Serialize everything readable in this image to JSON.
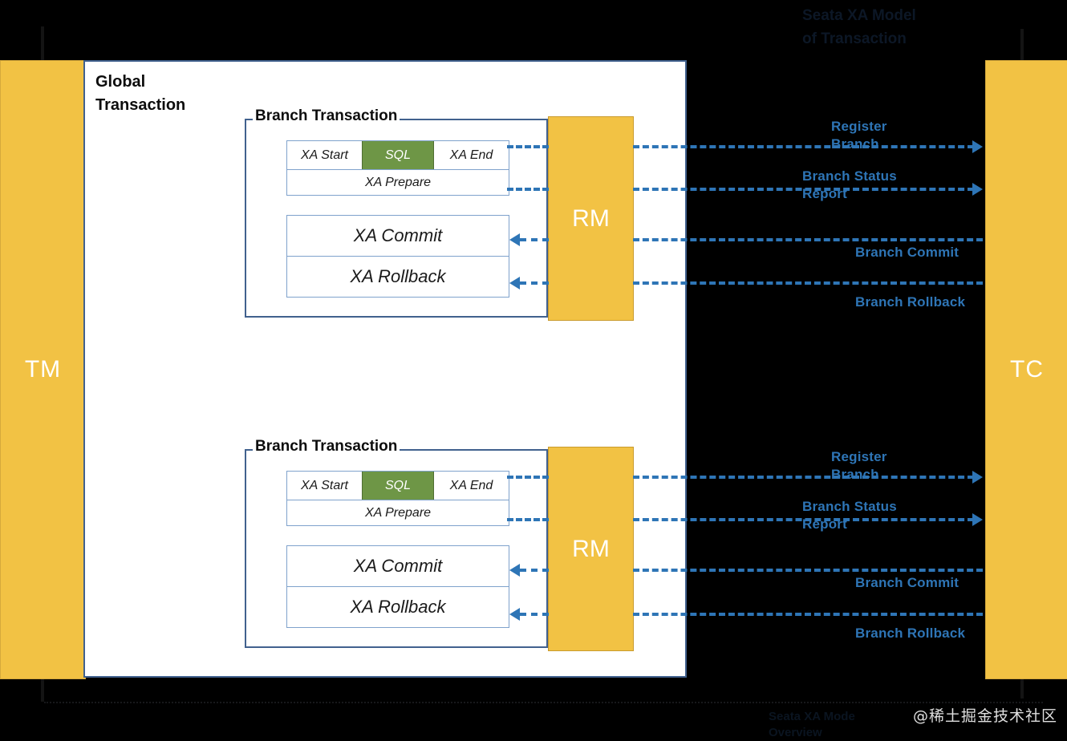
{
  "title_faint": "Seata XA Model\nof Transaction",
  "bottom_faint": "Seata XA Mode\nOverview",
  "watermark": "@稀土掘金技术社区",
  "colors": {
    "actor_fill": "#F2C244",
    "panel_border": "#41618E",
    "sql_fill": "#6E9646",
    "arrow_blue": "#2E75B6",
    "box_border": "#7FA2CC",
    "background": "#000000"
  },
  "actors": {
    "tm": "TM",
    "tc": "TC",
    "rm": "RM"
  },
  "global_transaction": {
    "title": "Global\nTransaction"
  },
  "branches": [
    {
      "title": "Branch Transaction",
      "top_row": [
        "XA Start",
        "SQL",
        "XA End"
      ],
      "prepare": "XA Prepare",
      "commit": "XA Commit",
      "rollback": "XA Rollback"
    },
    {
      "title": "Branch Transaction",
      "top_row": [
        "XA Start",
        "SQL",
        "XA End"
      ],
      "prepare": "XA Prepare",
      "commit": "XA Commit",
      "rollback": "XA Rollback"
    }
  ],
  "flows": [
    {
      "label": "Register\nBranch",
      "direction": "right"
    },
    {
      "label": "Branch Status\nReport",
      "direction": "right"
    },
    {
      "label": "Branch Commit",
      "direction": "left"
    },
    {
      "label": "Branch Rollback",
      "direction": "left"
    },
    {
      "label": "Register\nBranch",
      "direction": "right"
    },
    {
      "label": "Branch Status\nReport",
      "direction": "right"
    },
    {
      "label": "Branch Commit",
      "direction": "left"
    },
    {
      "label": "Branch Rollback",
      "direction": "left"
    }
  ]
}
